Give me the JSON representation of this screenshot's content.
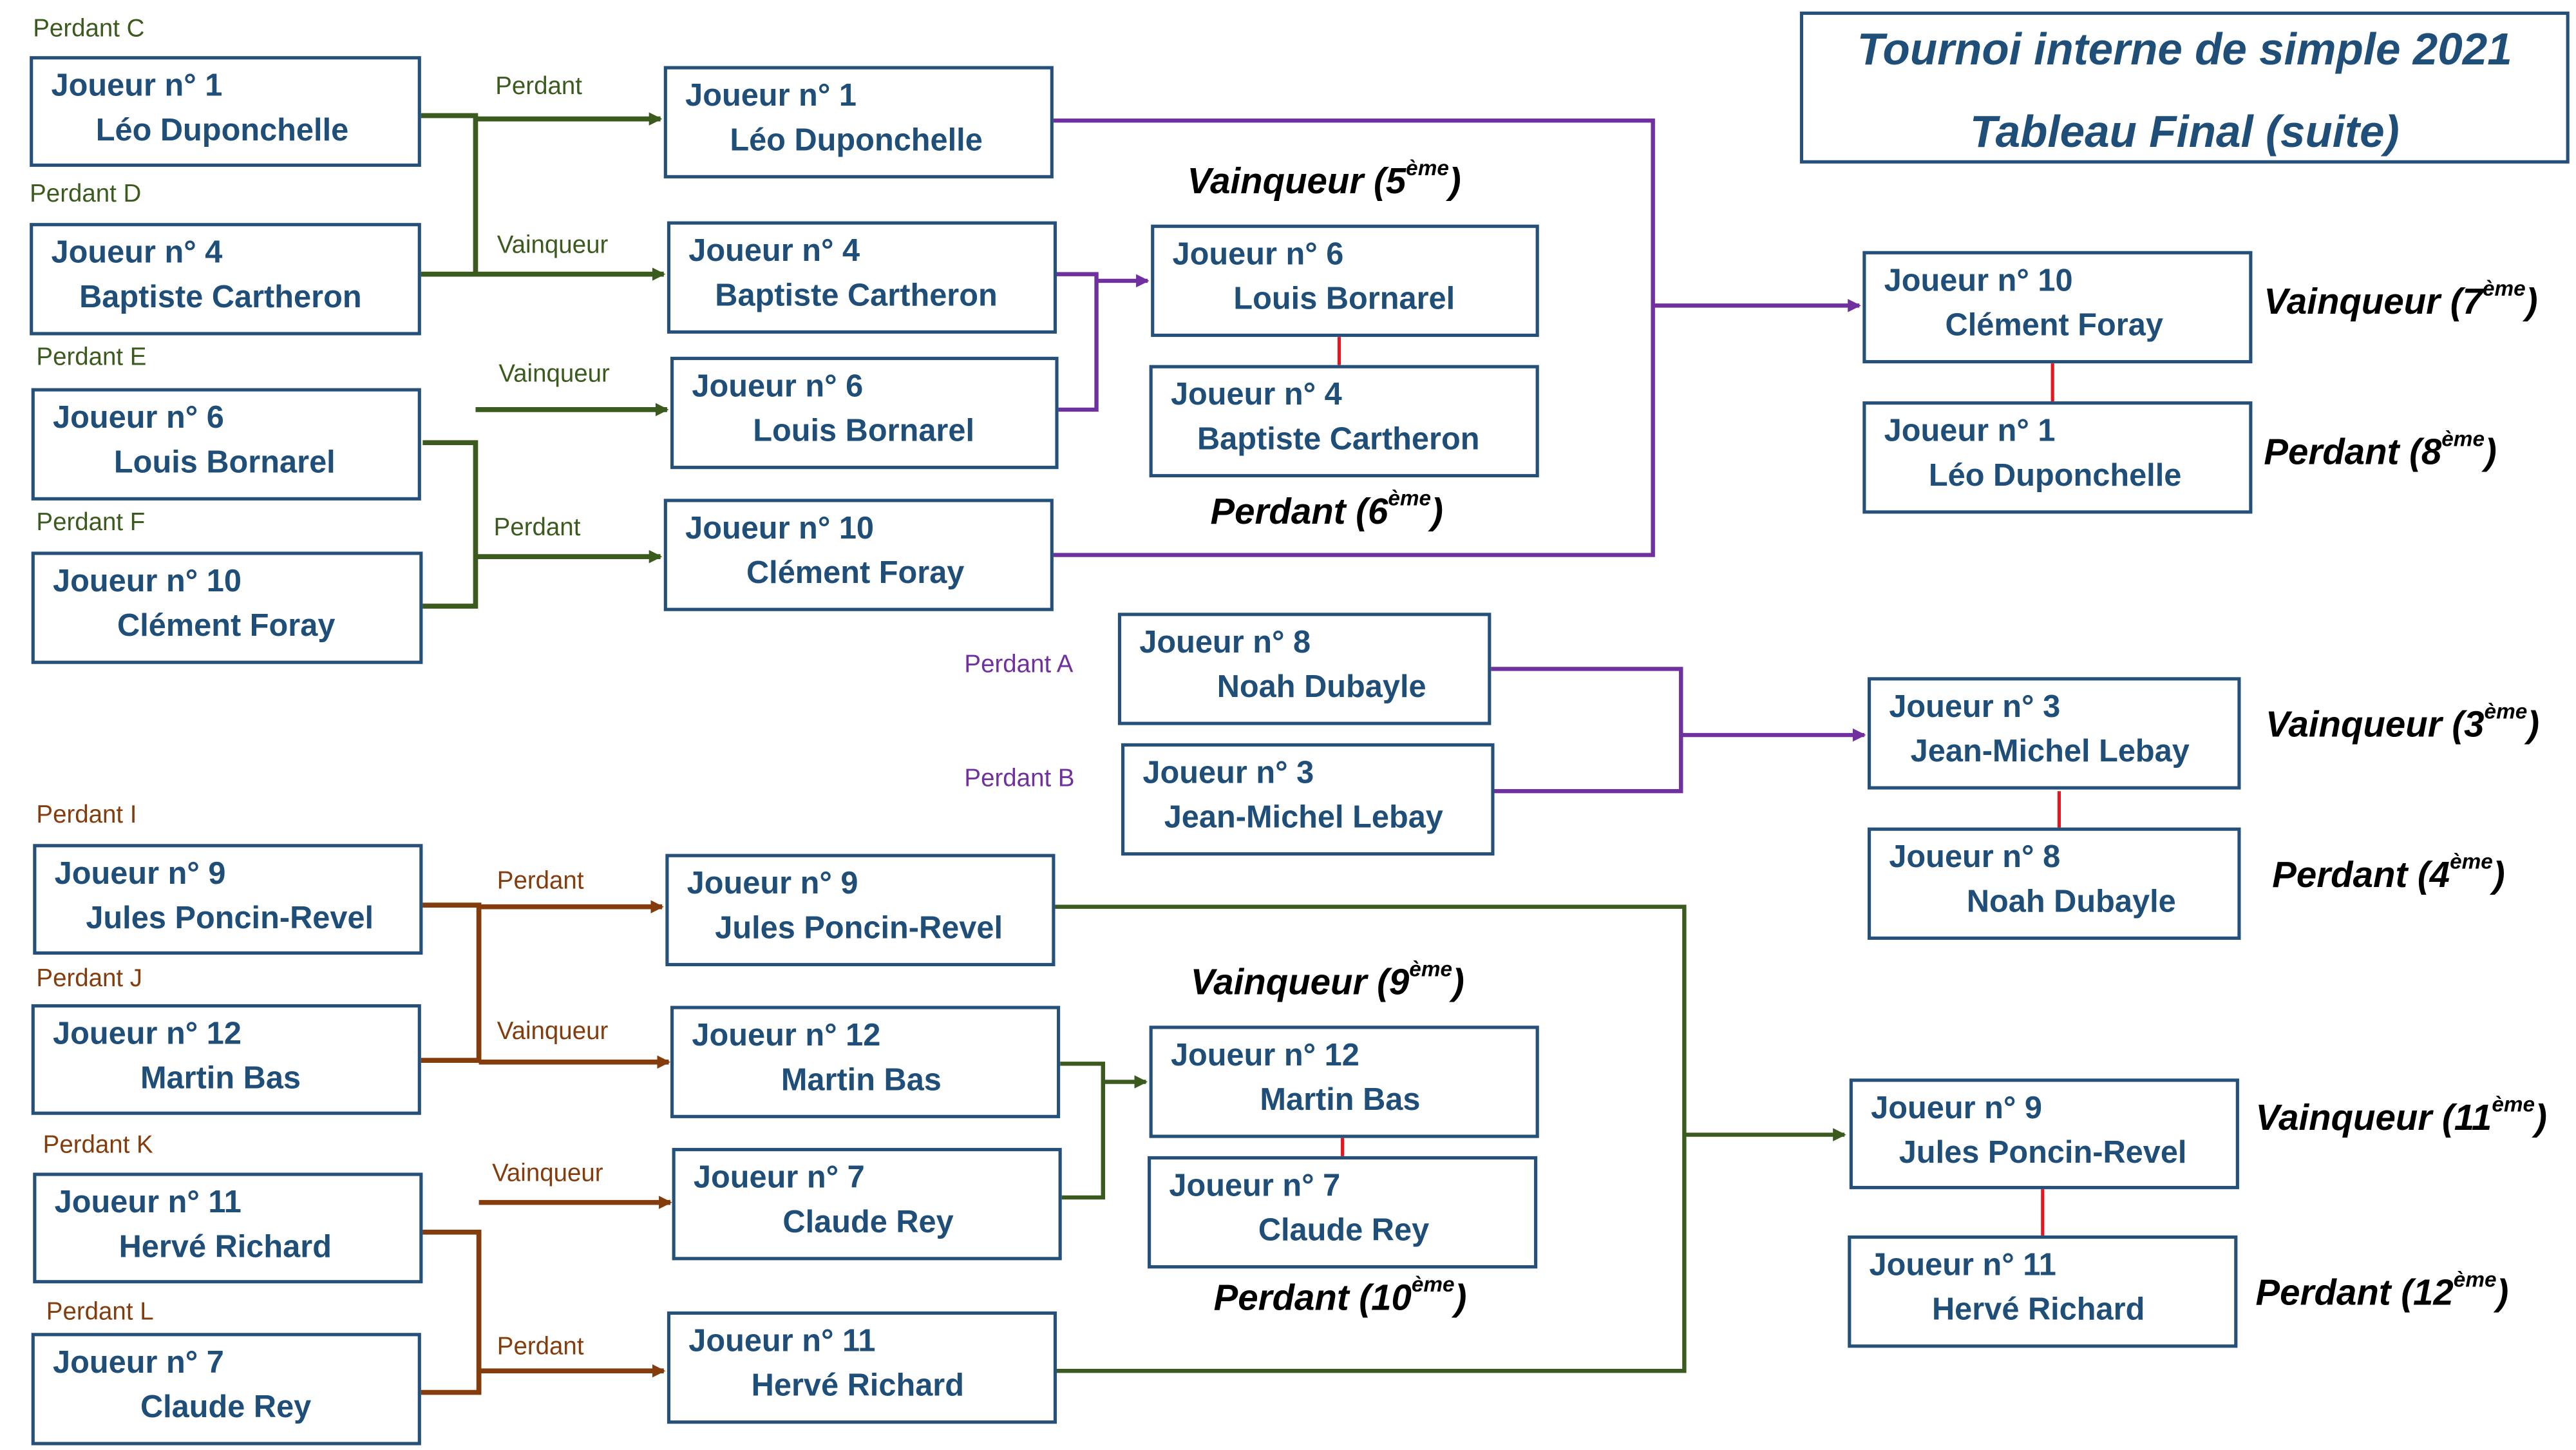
{
  "title": {
    "line1": "Tournoi interne de simple 2021",
    "line2": "Tableau Final (suite)"
  },
  "colors": {
    "box_border": "#24507a",
    "player_text": "#1f4e79",
    "green": "#3b5a1e",
    "purple": "#7030a0",
    "brown": "#843c0c",
    "red_link": "#e8141e"
  },
  "groups": {
    "upper_left": {
      "entry_labels": [
        "Perdant C",
        "Perdant D",
        "Perdant E",
        "Perdant F"
      ],
      "entries": [
        {
          "num": "Joueur n° 1",
          "name": "Léo Duponchelle"
        },
        {
          "num": "Joueur n° 4",
          "name": "Baptiste Cartheron"
        },
        {
          "num": "Joueur n° 6",
          "name": "Louis Bornarel"
        },
        {
          "num": "Joueur n° 10",
          "name": "Clément Foray"
        }
      ],
      "arrow_labels": [
        "Perdant",
        "Vainqueur",
        "Vainqueur",
        "Perdant"
      ],
      "round2": [
        {
          "num": "Joueur n° 1",
          "name": "Léo Duponchelle"
        },
        {
          "num": "Joueur n° 4",
          "name": "Baptiste Cartheron"
        },
        {
          "num": "Joueur n° 6",
          "name": "Louis Bornarel"
        },
        {
          "num": "Joueur n° 10",
          "name": "Clément Foray"
        }
      ],
      "playoff_5_6": {
        "winner_label": "Vainqueur (5",
        "loser_label": "Perdant (6",
        "winner": {
          "num": "Joueur n° 6",
          "name": "Louis Bornarel"
        },
        "loser": {
          "num": "Joueur n° 4",
          "name": "Baptiste Cartheron"
        }
      },
      "playoff_7_8": {
        "winner_label": "Vainqueur (7",
        "loser_label": "Perdant (8",
        "winner": {
          "num": "Joueur n° 10",
          "name": "Clément Foray"
        },
        "loser": {
          "num": "Joueur n° 1",
          "name": "Léo Duponchelle"
        }
      }
    },
    "middle": {
      "entry_labels": [
        "Perdant A",
        "Perdant B"
      ],
      "entries": [
        {
          "num": "Joueur n° 8",
          "name": "Noah Dubayle"
        },
        {
          "num": "Joueur n° 3",
          "name": "Jean-Michel Lebay"
        }
      ],
      "playoff_3_4": {
        "winner_label": "Vainqueur (3",
        "loser_label": "Perdant (4",
        "winner": {
          "num": "Joueur n° 3",
          "name": "Jean-Michel Lebay"
        },
        "loser": {
          "num": "Joueur n° 8",
          "name": "Noah Dubayle"
        }
      }
    },
    "lower_left": {
      "entry_labels": [
        "Perdant I",
        "Perdant J",
        "Perdant K",
        "Perdant L"
      ],
      "entries": [
        {
          "num": "Joueur n° 9",
          "name": "Jules Poncin-Revel"
        },
        {
          "num": "Joueur n° 12",
          "name": "Martin Bas"
        },
        {
          "num": "Joueur n° 11",
          "name": "Hervé Richard"
        },
        {
          "num": "Joueur n° 7",
          "name": "Claude Rey"
        }
      ],
      "arrow_labels": [
        "Perdant",
        "Vainqueur",
        "Vainqueur",
        "Perdant"
      ],
      "round2": [
        {
          "num": "Joueur n° 9",
          "name": "Jules Poncin-Revel"
        },
        {
          "num": "Joueur n° 12",
          "name": "Martin Bas"
        },
        {
          "num": "Joueur n° 7",
          "name": "Claude Rey"
        },
        {
          "num": "Joueur n° 11",
          "name": "Hervé Richard"
        }
      ],
      "playoff_9_10": {
        "winner_label": "Vainqueur (9",
        "loser_label": "Perdant (10",
        "winner": {
          "num": "Joueur n° 12",
          "name": "Martin Bas"
        },
        "loser": {
          "num": "Joueur n° 7",
          "name": "Claude Rey"
        }
      },
      "playoff_11_12": {
        "winner_label": "Vainqueur (11",
        "loser_label": "Perdant (12",
        "winner": {
          "num": "Joueur n° 9",
          "name": "Jules Poncin-Revel"
        },
        "loser": {
          "num": "Joueur n° 11",
          "name": "Hervé Richard"
        }
      }
    }
  },
  "ordinal_suffix": "ème",
  "closing_paren": ")"
}
